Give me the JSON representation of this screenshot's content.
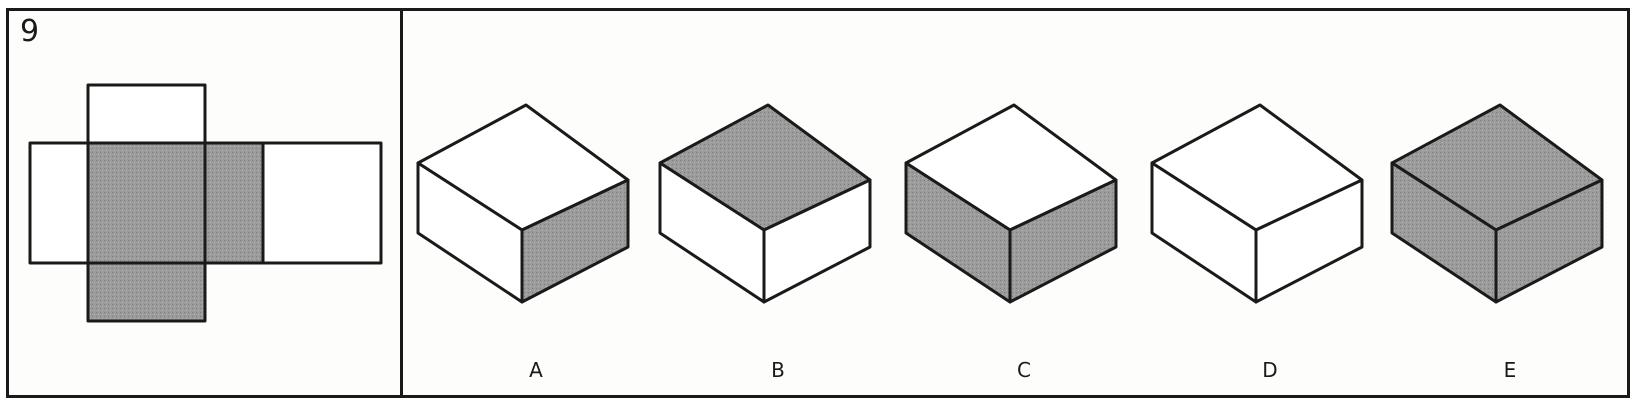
{
  "question": {
    "number": "9"
  },
  "colors": {
    "shade": "#9a9a9a",
    "line": "#1a1a1a",
    "paper": "#ffffff"
  },
  "net": {
    "faces": [
      {
        "id": "top",
        "shaded": false
      },
      {
        "id": "left",
        "shaded": false
      },
      {
        "id": "center",
        "shaded": true
      },
      {
        "id": "right",
        "shaded": true
      },
      {
        "id": "far-right",
        "shaded": false
      },
      {
        "id": "bottom",
        "shaded": true
      }
    ]
  },
  "options": [
    {
      "label": "A",
      "top_shaded": false,
      "left_shaded": false,
      "right_shaded": true
    },
    {
      "label": "B",
      "top_shaded": true,
      "left_shaded": false,
      "right_shaded": false
    },
    {
      "label": "C",
      "top_shaded": false,
      "left_shaded": true,
      "right_shaded": true
    },
    {
      "label": "D",
      "top_shaded": false,
      "left_shaded": false,
      "right_shaded": false
    },
    {
      "label": "E",
      "top_shaded": true,
      "left_shaded": true,
      "right_shaded": true
    }
  ]
}
